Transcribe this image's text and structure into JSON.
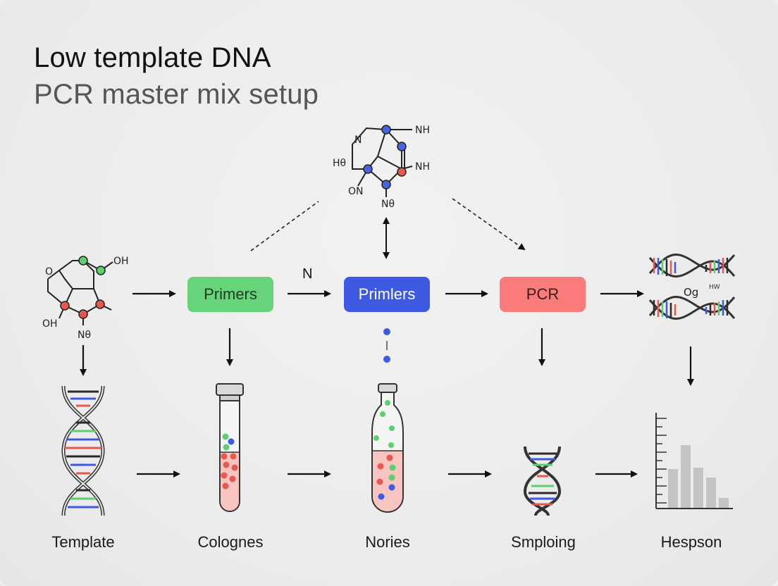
{
  "title": {
    "line1": "Low template DNA",
    "line2": "PCR master mix setup"
  },
  "boxes": {
    "primers": "Primers",
    "primlers": "Primlers",
    "pcr": "PCR"
  },
  "arrow_label": "N",
  "bottom_labels": [
    "Template",
    "Colognes",
    "Nories",
    "Smploing",
    "Hespson"
  ],
  "molecule_top": {
    "labels": [
      "NH",
      "NH",
      "Hθ",
      "ON",
      "Nθ"
    ]
  },
  "molecule_left": {
    "labels": [
      "O",
      "OH",
      "OH",
      "Nθ"
    ]
  },
  "helix_label": "Og",
  "helix_label_small": "HW",
  "colors": {
    "green": "#67d37b",
    "blue": "#3e59e2",
    "red": "#f97c7a"
  }
}
